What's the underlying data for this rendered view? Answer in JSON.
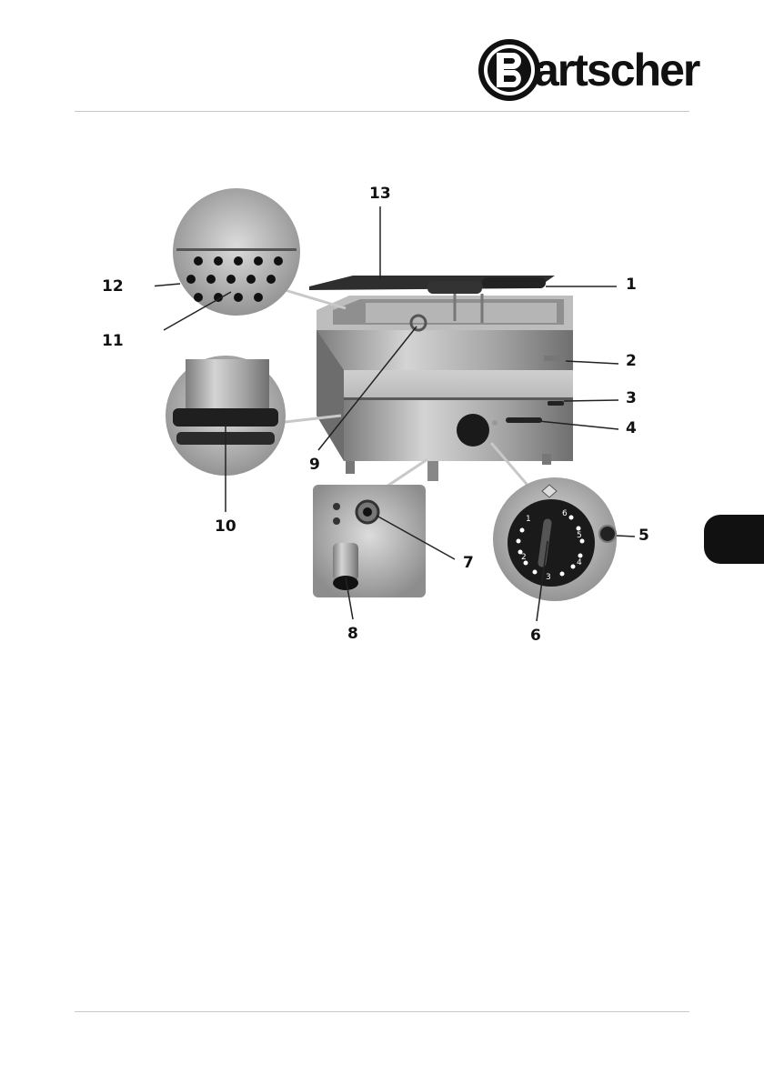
{
  "brand": {
    "name": "Bartscher",
    "initial": "B",
    "wordmark": "artscher"
  },
  "colors": {
    "ink": "#111111",
    "rule": "#c8c8c8",
    "steel": "#9a9a9a"
  },
  "figure": {
    "callouts": [
      "1",
      "2",
      "3",
      "4",
      "5",
      "6",
      "7",
      "8",
      "9",
      "10",
      "11",
      "12",
      "13"
    ],
    "knob_scale": [
      "1",
      "2",
      "3",
      "4",
      "5",
      "6"
    ]
  }
}
